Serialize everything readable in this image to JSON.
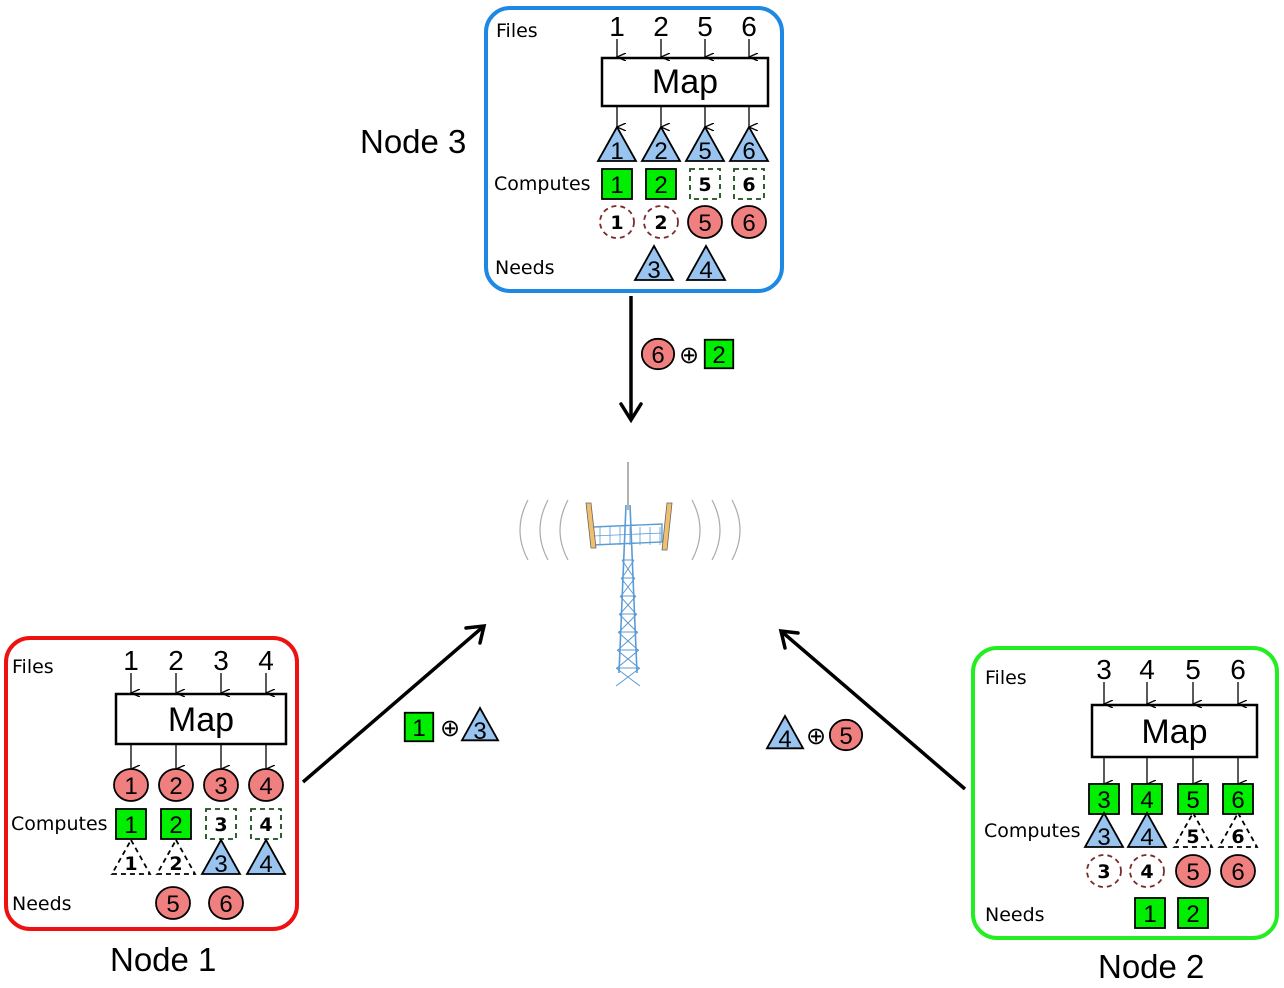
{
  "colors": {
    "node1_border": "#ee1111",
    "node2_border": "#22ee22",
    "node3_border": "#1e88e5",
    "circle_fill": "#f08080",
    "square_fill": "#00ee00",
    "triangle_fill": "#99c4ef",
    "tower_lattice": "#5b9bd5",
    "tower_panel": "#f0c070"
  },
  "labels": {
    "files": "Files",
    "map": "Map",
    "computes": "Computes",
    "needs": "Needs",
    "xor": "⊕"
  },
  "nodes": [
    {
      "id": "node-3",
      "title": "Node 3",
      "border": "node3_border",
      "files": [
        "1",
        "2",
        "5",
        "6"
      ],
      "map_output": [
        {
          "shape": "triangle",
          "num": "1"
        },
        {
          "shape": "triangle",
          "num": "2"
        },
        {
          "shape": "triangle",
          "num": "5"
        },
        {
          "shape": "triangle",
          "num": "6"
        }
      ],
      "computes": [
        [
          {
            "shape": "square",
            "num": "1"
          },
          {
            "shape": "square",
            "num": "2"
          },
          {
            "shape": "square",
            "num": "5",
            "dashed": true
          },
          {
            "shape": "square",
            "num": "6",
            "dashed": true
          }
        ],
        [
          {
            "shape": "circle",
            "num": "1",
            "dashed": true
          },
          {
            "shape": "circle",
            "num": "2",
            "dashed": true
          },
          {
            "shape": "circle",
            "num": "5"
          },
          {
            "shape": "circle",
            "num": "6"
          }
        ]
      ],
      "needs": [
        {
          "shape": "triangle",
          "num": "3"
        },
        {
          "shape": "triangle",
          "num": "4"
        }
      ]
    },
    {
      "id": "node-1",
      "title": "Node 1",
      "border": "node1_border",
      "files": [
        "1",
        "2",
        "3",
        "4"
      ],
      "map_output": [
        {
          "shape": "circle",
          "num": "1"
        },
        {
          "shape": "circle",
          "num": "2"
        },
        {
          "shape": "circle",
          "num": "3"
        },
        {
          "shape": "circle",
          "num": "4"
        }
      ],
      "computes": [
        [
          {
            "shape": "square",
            "num": "1"
          },
          {
            "shape": "square",
            "num": "2"
          },
          {
            "shape": "square",
            "num": "3",
            "dashed": true
          },
          {
            "shape": "square",
            "num": "4",
            "dashed": true
          }
        ],
        [
          {
            "shape": "triangle",
            "num": "1",
            "dashed": true
          },
          {
            "shape": "triangle",
            "num": "2",
            "dashed": true
          },
          {
            "shape": "triangle",
            "num": "3"
          },
          {
            "shape": "triangle",
            "num": "4"
          }
        ]
      ],
      "needs": [
        {
          "shape": "circle",
          "num": "5"
        },
        {
          "shape": "circle",
          "num": "6"
        }
      ]
    },
    {
      "id": "node-2",
      "title": "Node 2",
      "border": "node2_border",
      "files": [
        "3",
        "4",
        "5",
        "6"
      ],
      "map_output": [
        {
          "shape": "square",
          "num": "3"
        },
        {
          "shape": "square",
          "num": "4"
        },
        {
          "shape": "square",
          "num": "5"
        },
        {
          "shape": "square",
          "num": "6"
        }
      ],
      "computes": [
        [
          {
            "shape": "triangle",
            "num": "3"
          },
          {
            "shape": "triangle",
            "num": "4"
          },
          {
            "shape": "triangle",
            "num": "5",
            "dashed": true
          },
          {
            "shape": "triangle",
            "num": "6",
            "dashed": true
          }
        ],
        [
          {
            "shape": "circle",
            "num": "3",
            "dashed": true
          },
          {
            "shape": "circle",
            "num": "4",
            "dashed": true
          },
          {
            "shape": "circle",
            "num": "5"
          },
          {
            "shape": "circle",
            "num": "6"
          }
        ]
      ],
      "needs": [
        {
          "shape": "square",
          "num": "1"
        },
        {
          "shape": "square",
          "num": "2"
        }
      ]
    }
  ],
  "transmissions": [
    {
      "from": "Node 3",
      "to": "Base station",
      "terms": [
        {
          "shape": "circle",
          "num": "6"
        },
        {
          "shape": "square",
          "num": "2"
        }
      ]
    },
    {
      "from": "Node 1",
      "to": "Base station",
      "terms": [
        {
          "shape": "square",
          "num": "1"
        },
        {
          "shape": "triangle",
          "num": "3"
        }
      ]
    },
    {
      "from": "Node 2",
      "to": "Base station",
      "terms": [
        {
          "shape": "triangle",
          "num": "4"
        },
        {
          "shape": "circle",
          "num": "5"
        }
      ]
    }
  ],
  "base_station": {
    "name": "Base station tower"
  }
}
